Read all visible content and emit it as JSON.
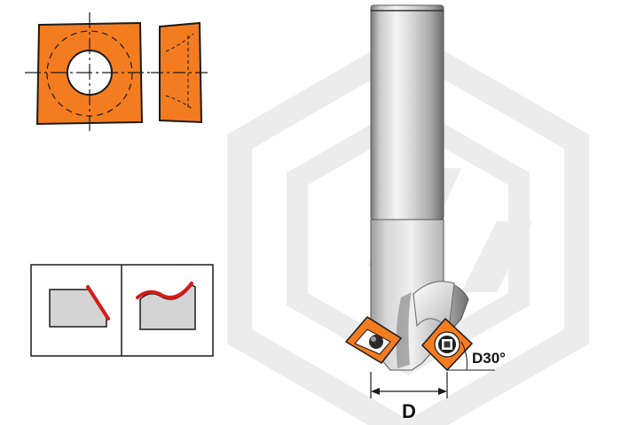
{
  "colors": {
    "insert_orange": "#f47c20",
    "outline": "#1a1a1a",
    "edge_red": "#d61a1a",
    "watermark": "#e9e9e9",
    "shank_light": "#f2f2f2",
    "shank_mid": "#bdbdbd",
    "shank_dark": "#6f6f6f",
    "profile_fill": "#d4d4d4"
  },
  "icons": {
    "insert_front": "square-insert-with-hole-icon",
    "insert_side": "insert-side-profile-icon",
    "profile_chamfer": "chamfer-profile-icon",
    "profile_wave": "wave-profile-icon",
    "watermark": "hexagon-logo-watermark",
    "cutter": "chamfer-milling-cutter-illustration"
  },
  "labels": {
    "diameter": "D",
    "angle": "D30°"
  }
}
